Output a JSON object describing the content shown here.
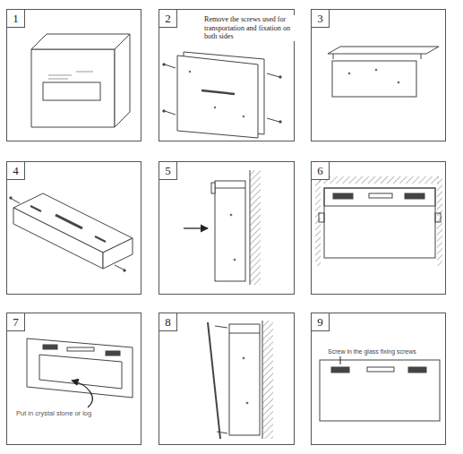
{
  "diagram": {
    "nodes": [
      {
        "text": [
          "1"
        ]
      },
      {
        "text": [
          "2",
          "Remove the screws used for transportation and fixation on both sides"
        ]
      },
      {
        "text": [
          "3"
        ]
      },
      {
        "text": [
          "4"
        ]
      },
      {
        "text": [
          "5"
        ]
      },
      {
        "text": [
          "6"
        ]
      },
      {
        "text": [
          "7",
          "Put in crystal stone or log"
        ]
      },
      {
        "text": [
          "8"
        ]
      },
      {
        "text": [
          "9",
          "Screw in the glass fixing screws"
        ]
      }
    ]
  }
}
